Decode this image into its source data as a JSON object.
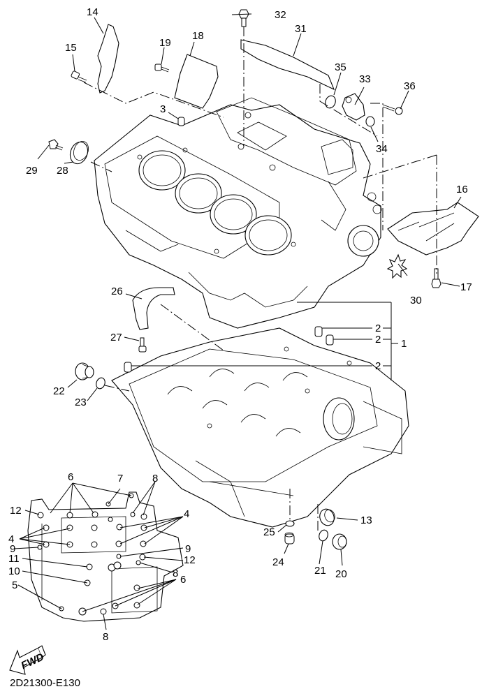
{
  "diagram": {
    "title": "Crankcase exploded parts diagram",
    "drawing_code": "2D21300-E130",
    "fwd_label": "FWD",
    "callouts": [
      {
        "id": "c1",
        "num": "1"
      },
      {
        "id": "c2a",
        "num": "2"
      },
      {
        "id": "c2b",
        "num": "2"
      },
      {
        "id": "c2c",
        "num": "2"
      },
      {
        "id": "c3",
        "num": "3"
      },
      {
        "id": "c4a",
        "num": "4"
      },
      {
        "id": "c4b",
        "num": "4"
      },
      {
        "id": "c5",
        "num": "5"
      },
      {
        "id": "c6a",
        "num": "6"
      },
      {
        "id": "c6b",
        "num": "6"
      },
      {
        "id": "c7",
        "num": "7"
      },
      {
        "id": "c8a",
        "num": "8"
      },
      {
        "id": "c8b",
        "num": "8"
      },
      {
        "id": "c8c",
        "num": "8"
      },
      {
        "id": "c9a",
        "num": "9"
      },
      {
        "id": "c9b",
        "num": "9"
      },
      {
        "id": "c10",
        "num": "10"
      },
      {
        "id": "c11",
        "num": "11"
      },
      {
        "id": "c12a",
        "num": "12"
      },
      {
        "id": "c12b",
        "num": "12"
      },
      {
        "id": "c13",
        "num": "13"
      },
      {
        "id": "c14",
        "num": "14"
      },
      {
        "id": "c15",
        "num": "15"
      },
      {
        "id": "c16",
        "num": "16"
      },
      {
        "id": "c17",
        "num": "17"
      },
      {
        "id": "c18",
        "num": "18"
      },
      {
        "id": "c19",
        "num": "19"
      },
      {
        "id": "c20",
        "num": "20"
      },
      {
        "id": "c21",
        "num": "21"
      },
      {
        "id": "c22",
        "num": "22"
      },
      {
        "id": "c23",
        "num": "23"
      },
      {
        "id": "c24",
        "num": "24"
      },
      {
        "id": "c25",
        "num": "25"
      },
      {
        "id": "c26",
        "num": "26"
      },
      {
        "id": "c27",
        "num": "27"
      },
      {
        "id": "c28",
        "num": "28"
      },
      {
        "id": "c29",
        "num": "29"
      },
      {
        "id": "c30",
        "num": "30"
      },
      {
        "id": "c31",
        "num": "31"
      },
      {
        "id": "c32",
        "num": "32"
      },
      {
        "id": "c33",
        "num": "33"
      },
      {
        "id": "c34",
        "num": "34"
      },
      {
        "id": "c35",
        "num": "35"
      },
      {
        "id": "c36",
        "num": "36"
      }
    ]
  }
}
